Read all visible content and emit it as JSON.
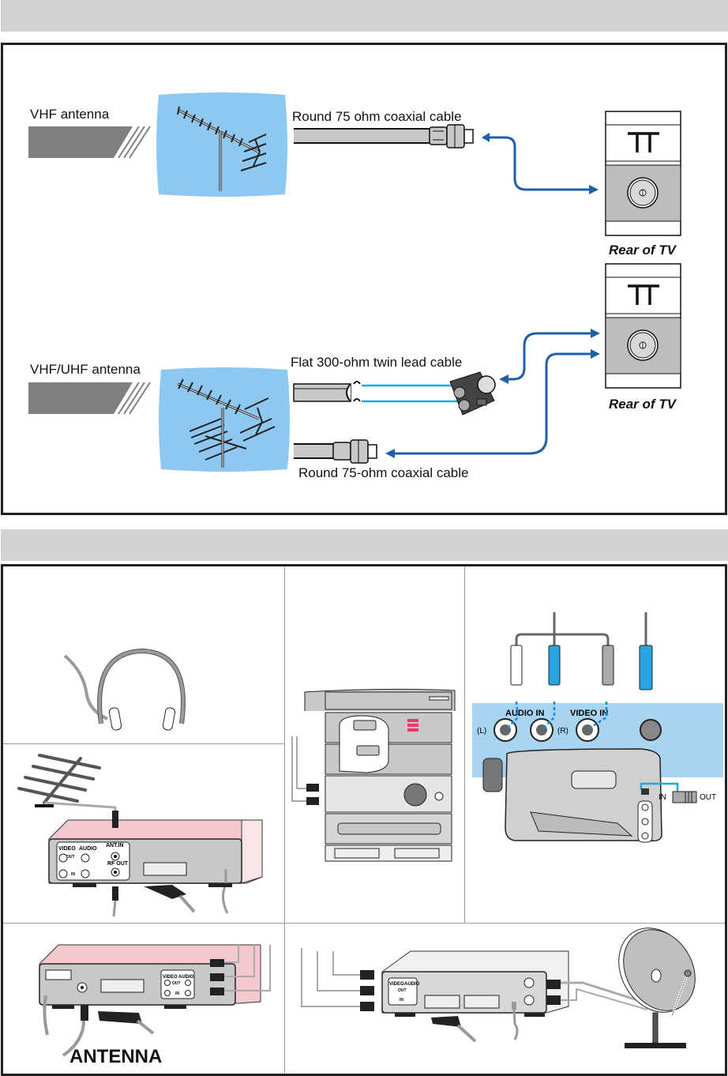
{
  "section1": {
    "header_band": "",
    "vhf": {
      "antenna_label": "VHF antenna",
      "cable_label": "Round 75 ohm coaxial cable",
      "rear_label": "Rear of TV"
    },
    "vhf_uhf": {
      "antenna_label": "VHF/UHF antenna",
      "flat_cable_label": "Flat 300-ohm twin lead cable",
      "coax_cable_label": "Round 75-ohm coaxial cable",
      "rear_label": "Rear of TV"
    }
  },
  "section2": {
    "header_band": "",
    "vcr_panel": {
      "video": "VIDEO",
      "audio": "AUDIO",
      "out": "OUT",
      "in": "IN",
      "ant_in": "ANT.IN",
      "rf_out": "RF OUT"
    },
    "camcorder": {
      "audio_in": "AUDIO  IN",
      "video_in": "VIDEO IN",
      "left": "(L)",
      "right": "(R)",
      "switch_in": "IN",
      "switch_out": "OUT"
    },
    "decoder": {
      "antenna_label": "ANTENNA",
      "video": "VIDEO",
      "audio": "AUDIO",
      "out": "OUT",
      "in": "IN"
    },
    "satellite": {
      "video": "VIDEO",
      "audio": "AUDIO",
      "out": "OUT",
      "in": "IN"
    }
  },
  "colors": {
    "band": "#d3d3d3",
    "frame": "#231f20",
    "sky_blue": "#8ec8f0",
    "arrow_blue": "#1f5fa8",
    "cable_blue": "#2aa4e0",
    "device_gray": "#c8c8c8",
    "pink": "#f3c9cf"
  }
}
